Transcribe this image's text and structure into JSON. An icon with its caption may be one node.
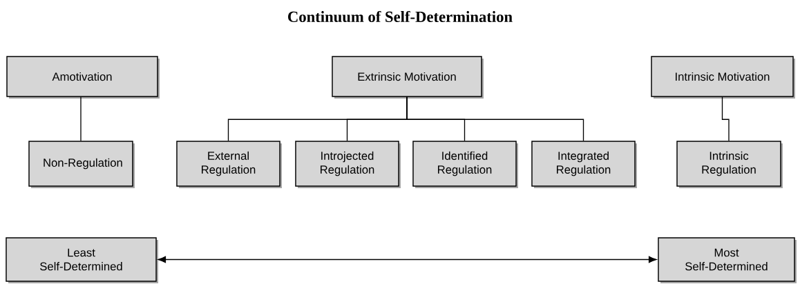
{
  "diagram": {
    "title": "Continuum of Self-Determination",
    "nodes": [
      {
        "text": [
          "Amotivation"
        ]
      },
      {
        "text": [
          "Extrinsic Motivation"
        ]
      },
      {
        "text": [
          "Intrinsic Motivation"
        ]
      },
      {
        "text": [
          "Non-Regulation"
        ]
      },
      {
        "text": [
          "External Regulation"
        ]
      },
      {
        "text": [
          "Introjected Regulation"
        ]
      },
      {
        "text": [
          "Identified Regulation"
        ]
      },
      {
        "text": [
          "Integrated Regulation"
        ]
      },
      {
        "text": [
          "Intrinsic Regulation"
        ]
      },
      {
        "text": [
          "Least Self-Determined"
        ]
      },
      {
        "text": [
          "Most Self-Determined"
        ]
      }
    ],
    "edges": [
      {
        "from": 0,
        "to": 3,
        "arrow": "none"
      },
      {
        "from": 1,
        "to": 4,
        "arrow": "none"
      },
      {
        "from": 1,
        "to": 5,
        "arrow": "none"
      },
      {
        "from": 1,
        "to": 6,
        "arrow": "none"
      },
      {
        "from": 1,
        "to": 7,
        "arrow": "none"
      },
      {
        "from": 2,
        "to": 8,
        "arrow": "none"
      },
      {
        "from": 9,
        "to": 10,
        "arrow": "both"
      }
    ]
  }
}
